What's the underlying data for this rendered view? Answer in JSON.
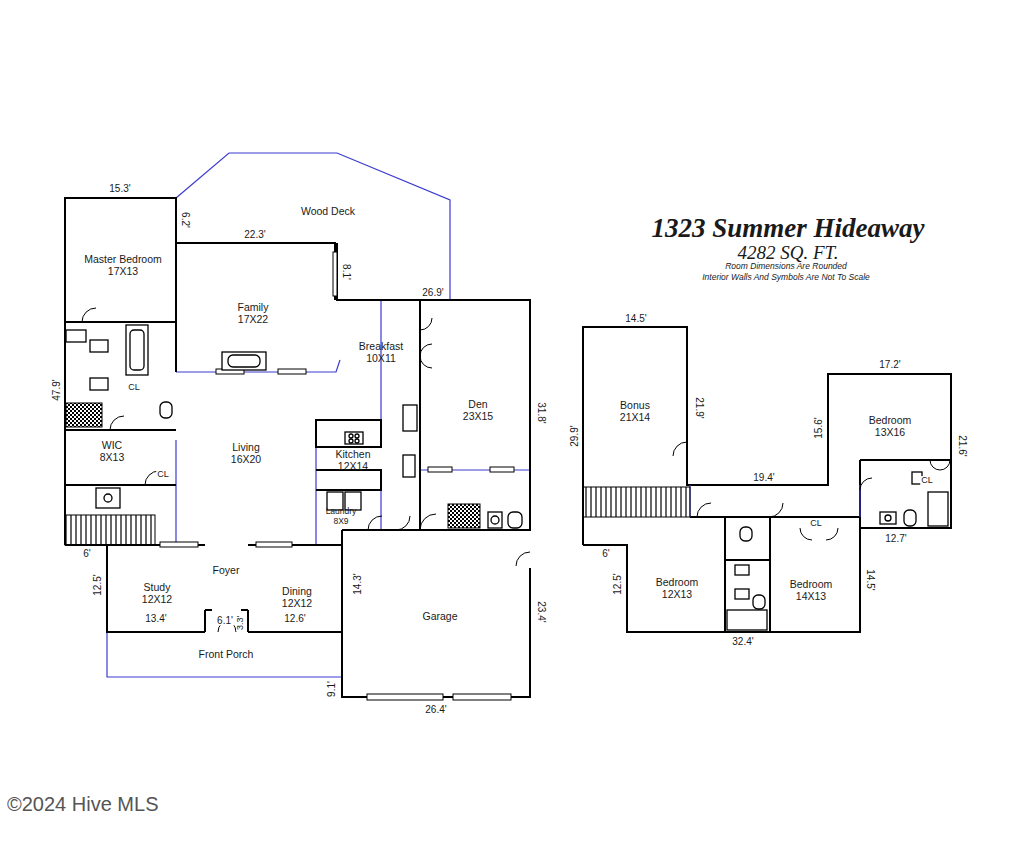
{
  "diagram": {
    "title": "1323 Summer Hideaway",
    "nodes": [
      {
        "text": [
          "Wood Deck"
        ]
      },
      {
        "text": [
          "Master Bedroom",
          "17X13"
        ]
      },
      {
        "text": [
          "Family",
          "17X22"
        ]
      },
      {
        "text": [
          "Breakfast",
          "10X11"
        ]
      },
      {
        "text": [
          "Den",
          "23X15"
        ]
      },
      {
        "text": [
          "WIC",
          "8X13"
        ]
      },
      {
        "text": [
          "Living",
          "16X20"
        ]
      },
      {
        "text": [
          "Kitchen",
          "12X14"
        ]
      },
      {
        "text": [
          "Laundry",
          "8X9"
        ]
      },
      {
        "text": [
          "Foyer"
        ]
      },
      {
        "text": [
          "Study",
          "12X12"
        ]
      },
      {
        "text": [
          "Dining",
          "12X12"
        ]
      },
      {
        "text": [
          "Garage"
        ]
      },
      {
        "text": [
          "Front Porch"
        ]
      },
      {
        "text": [
          "Bonus",
          "21X14"
        ]
      },
      {
        "text": [
          "Bedroom",
          "13X16"
        ]
      },
      {
        "text": [
          "Bedroom",
          "12X13"
        ]
      },
      {
        "text": [
          "Bedroom",
          "14X13"
        ]
      }
    ],
    "labels": [
      "15.3'",
      "6.2'",
      "22.3'",
      "8.1'",
      "26.9'",
      "47.9'",
      "31.8'",
      "CL",
      "CL",
      "6'",
      "12.5'",
      "13.4'",
      "6.1'",
      "3.3'",
      "12.6'",
      "14.3'",
      "23.4'",
      "9.1'",
      "26.4'",
      "4282 SQ. FT.",
      "Room Dimensions Are Rounded",
      "Interior Walls And Symbols Are Not To Scale",
      "14.5'",
      "21.9'",
      "29.9'",
      "19.4'",
      "17.2'",
      "15.6'",
      "21.6'",
      "CL",
      "CL",
      "12.7'",
      "6'",
      "12.5'",
      "32.4'",
      "14.5'",
      "©2024 Hive MLS"
    ]
  }
}
